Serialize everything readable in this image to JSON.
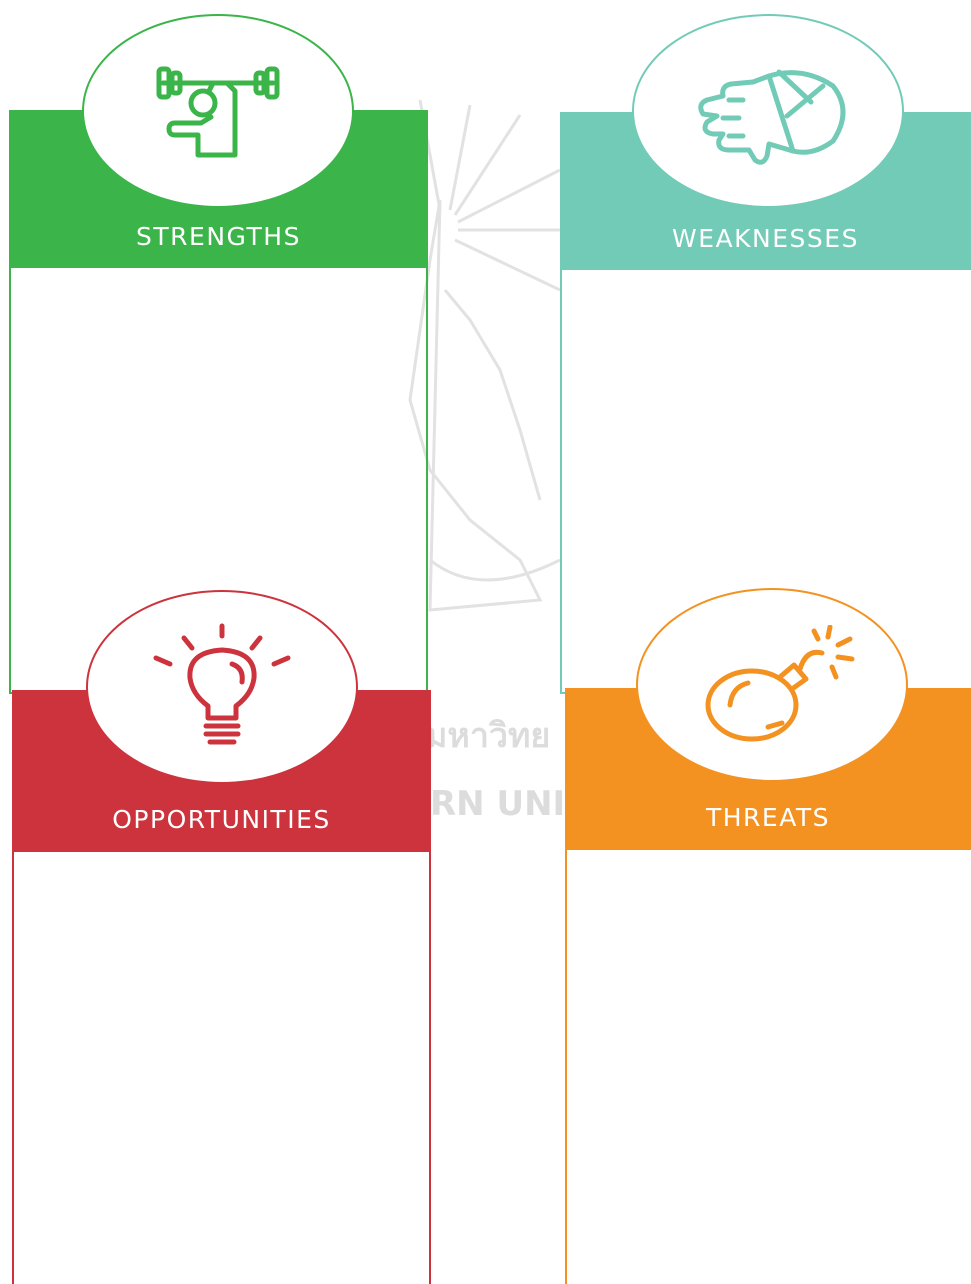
{
  "colors": {
    "strengths": "#3bb54a",
    "weaknesses": "#72cbb6",
    "opportunities": "#cd333c",
    "threats": "#f39220",
    "watermark": "#dcdcdc"
  },
  "watermark": {
    "thai_text": "มหาวิทย",
    "english_text": "RN UNIV",
    "icon": "university-seal-icon"
  },
  "quadrants": {
    "strengths": {
      "label": "STRENGTHS",
      "icon": "weightlifter-icon"
    },
    "weaknesses": {
      "label": "WEAKNESSES",
      "icon": "thumbs-down-icon"
    },
    "opportunities": {
      "label": "OPPORTUNITIES",
      "icon": "lightbulb-icon"
    },
    "threats": {
      "label": "THREATS",
      "icon": "bomb-icon"
    }
  }
}
